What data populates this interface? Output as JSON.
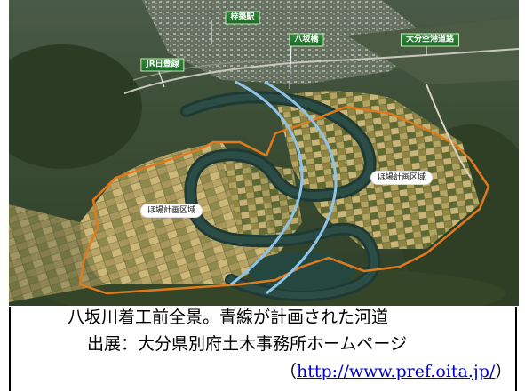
{
  "map": {
    "labels": {
      "station": "梓築駅",
      "jr_line": "JR日豊線",
      "bridge": "八坂橋",
      "airport_road": "大分空港道路",
      "area_left": "ほ場計画区域",
      "area_right": "ほ場計画区域"
    },
    "colors": {
      "boundary": "#e07a1e",
      "river_plan": "#8fc4e8",
      "label_bg": "#2a7d34"
    }
  },
  "caption": {
    "line1": "八坂川着工前全景。青線が計画された河道",
    "line2": "出展：大分県別府土木事務所ホームページ",
    "paren_open": "（",
    "url": "http://www.pref.oita.jp/",
    "paren_close": "）"
  }
}
